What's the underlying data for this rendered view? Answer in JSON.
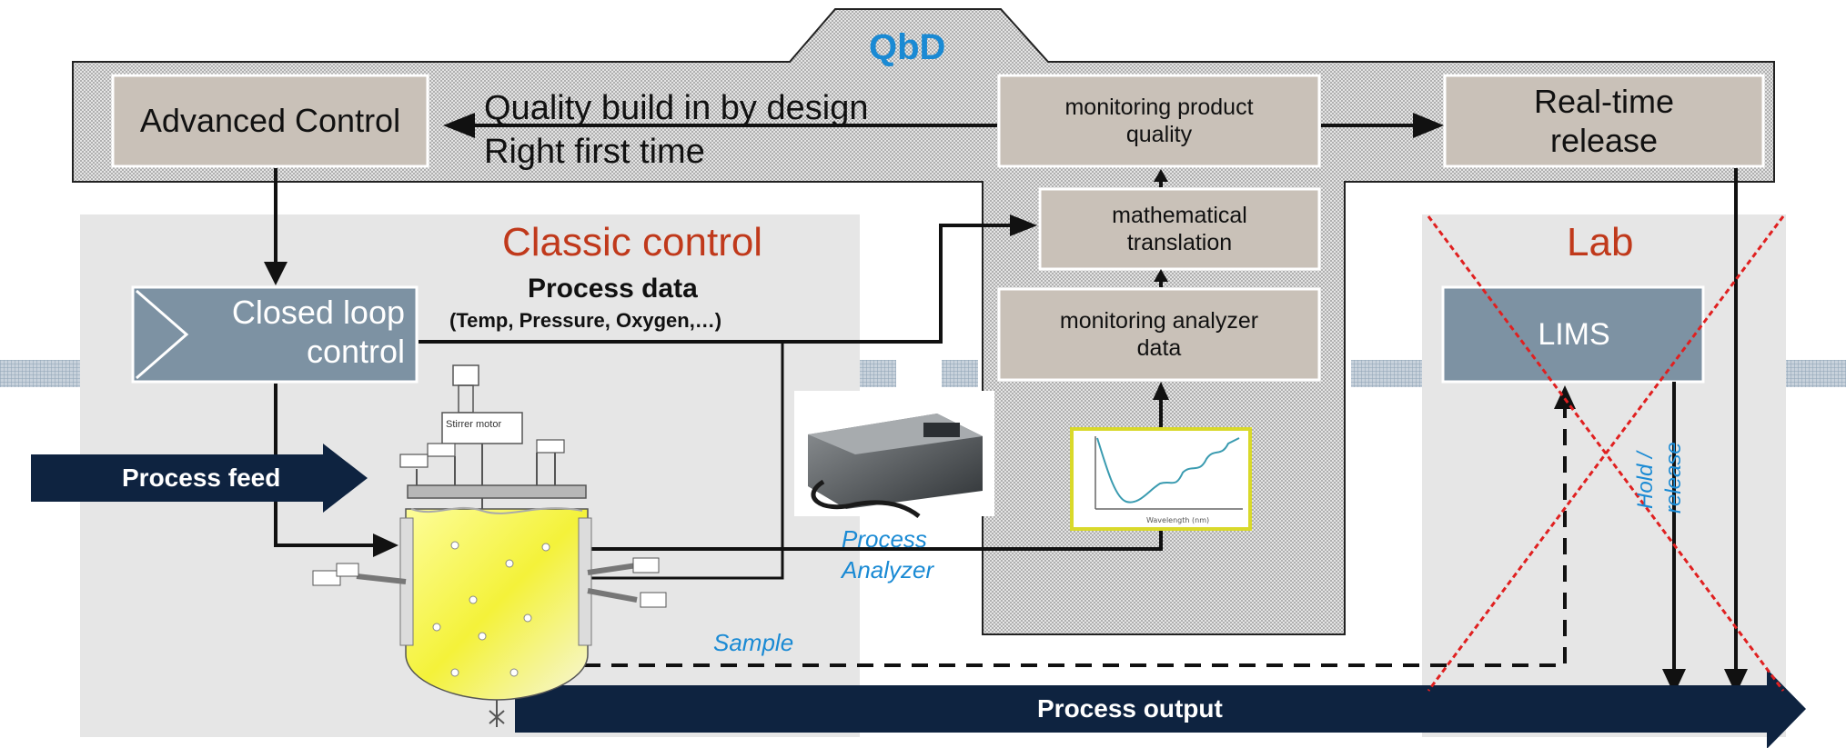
{
  "qbd": {
    "title": "QbD",
    "tagline_1": "Quality build in by design",
    "tagline_2": "Right first time"
  },
  "boxes": {
    "advanced_control": "Advanced Control",
    "real_time_release": "Real-time release",
    "monitoring_product_quality": "monitoring product quality",
    "mathematical_translation": "mathematical translation",
    "monitoring_analyzer_data": "monitoring analyzer data",
    "closed_loop_control": "Closed loop control",
    "lims": "LIMS"
  },
  "regions": {
    "classic_control": "Classic control",
    "lab": "Lab"
  },
  "labels": {
    "process_data_title": "Process data",
    "process_data_detail": "(Temp, Pressure, Oxygen,…)",
    "process_feed": "Process feed",
    "process_output": "Process output",
    "process_analyzer_1": "Process",
    "process_analyzer_2": "Analyzer",
    "sample": "Sample",
    "hold_release_1": "Hold /",
    "hold_release_2": "release",
    "stirrer_motor": "Stirrer motor"
  },
  "colors": {
    "box_fill": "#c9c1b8",
    "closed_loop_fill": "#7d92a3",
    "dark_arrow": "#0e2340",
    "red_label": "#c0391b",
    "blue_label": "#1a8ad4",
    "region_gray": "#e6e6e6"
  }
}
